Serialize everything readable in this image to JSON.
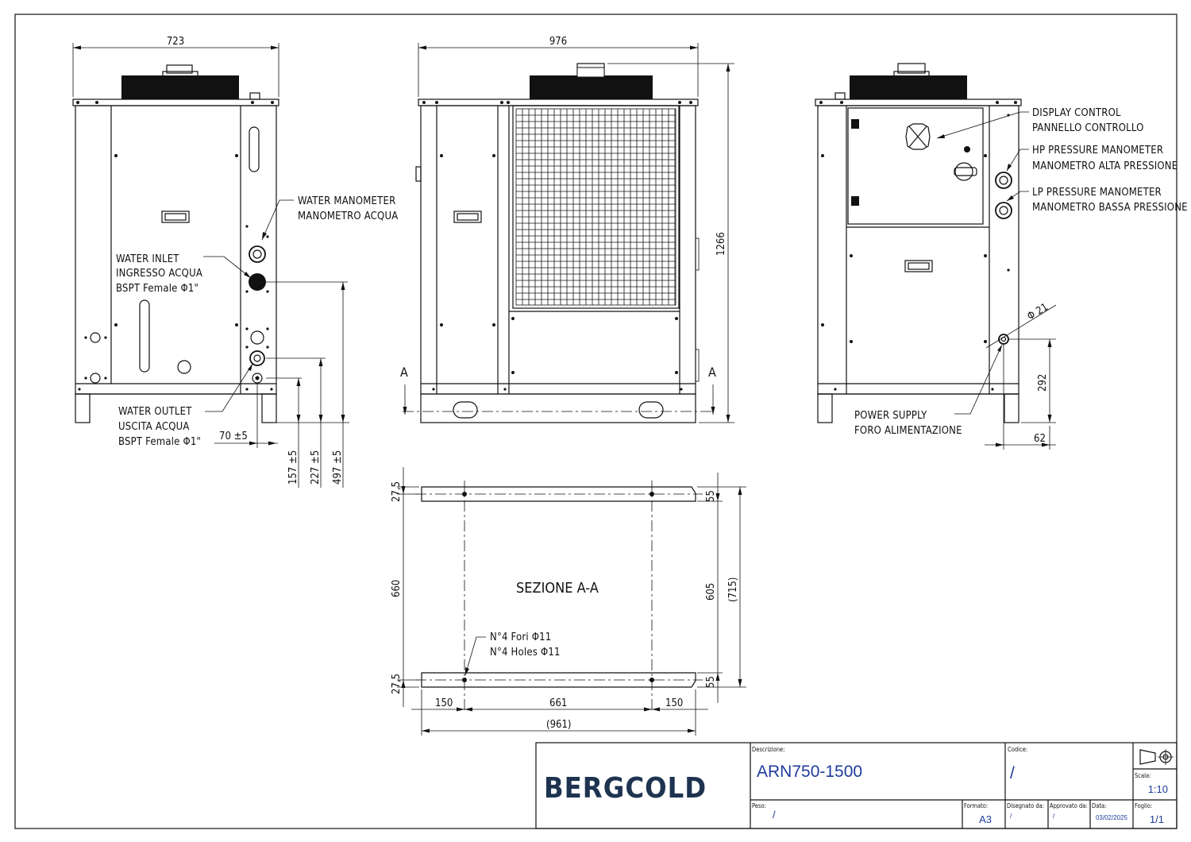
{
  "dimensions": {
    "left_width": "723",
    "front_width": "976",
    "height": "1266",
    "inlet_height": "497 ±5",
    "mid_height": "227 ±5",
    "outlet_height": "157 ±5",
    "offset_70": "70 ±5",
    "power_diameter": "Φ 21",
    "power_height": "292",
    "power_offset": "62",
    "base_top_275": "27,5",
    "base_bottom_275": "27,5",
    "base_660": "660",
    "base_605": "605",
    "base_715": "(715)",
    "base_55_top": "55",
    "base_55_bottom": "55",
    "base_150_left": "150",
    "base_661": "661",
    "base_150_right": "150",
    "base_961": "(961)"
  },
  "labels": {
    "water_manometer": [
      "WATER MANOMETER",
      "MANOMETRO ACQUA"
    ],
    "water_inlet": [
      "WATER INLET",
      "INGRESSO ACQUA",
      "BSPT Female Φ1\""
    ],
    "water_outlet": [
      "WATER OUTLET",
      "USCITA ACQUA",
      "BSPT Female Φ1\""
    ],
    "display_control": [
      "DISPLAY CONTROL",
      "PANNELLO CONTROLLO"
    ],
    "hp_manometer": [
      "HP PRESSURE MANOMETER",
      "MANOMETRO ALTA PRESSIONE"
    ],
    "lp_manometer": [
      "LP PRESSURE MANOMETER",
      "MANOMETRO BASSA PRESSIONE"
    ],
    "power_supply": [
      "POWER SUPPLY",
      "FORO ALIMENTAZIONE"
    ],
    "section_title": "SEZIONE  A-A",
    "holes": [
      "N°4 Fori Φ11",
      "N°4 Holes Φ11"
    ],
    "section_mark_left": "A",
    "section_mark_right": "A"
  },
  "title_block": {
    "logo": "BERGCOLD",
    "descrizione_label": "Descrizione:",
    "descrizione_value": "ARN750-1500",
    "codice_label": "Codice:",
    "codice_value": "/",
    "scala_label": "Scala:",
    "scala_value": "1:10",
    "peso_label": "Peso:",
    "peso_value": "/",
    "formato_label": "Formato:",
    "formato_value": "A3",
    "disegnato_label": "Disegnato da:",
    "disegnato_value": "/",
    "approvato_label": "Approvato da:",
    "approvato_value": "/",
    "data_label": "Data:",
    "data_value": "03/02/2025",
    "foglio_label": "Foglio:",
    "foglio_value": "1/1"
  },
  "colors": {
    "line": "#111111",
    "logo": "#1e3350",
    "value_blue": "#1f3c9c"
  }
}
